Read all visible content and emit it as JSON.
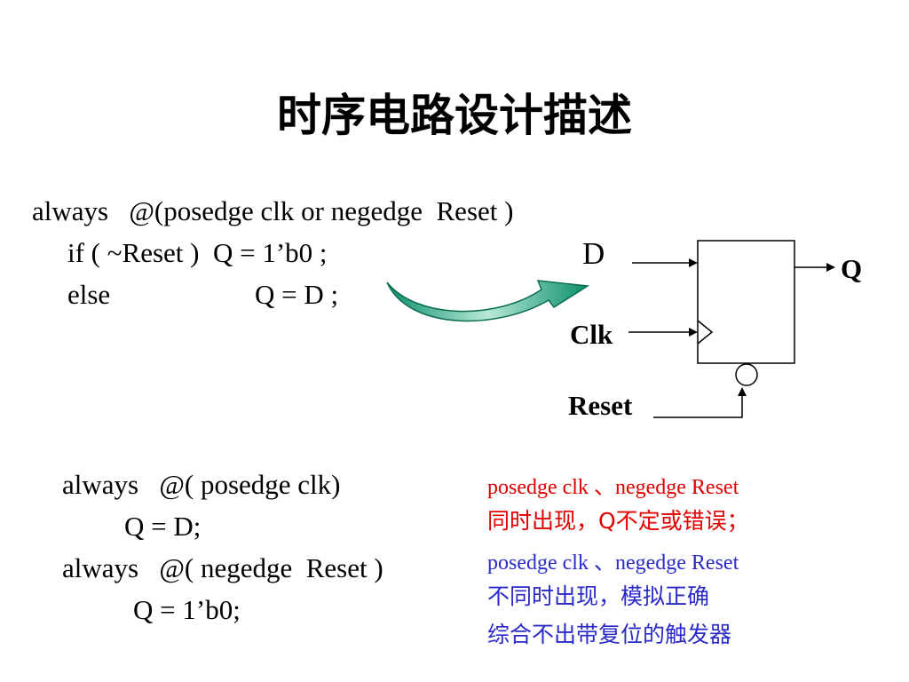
{
  "slide": {
    "title": "时序电路设计描述"
  },
  "code_block_1": {
    "line1": "always   @(posedge clk or negedge  Reset )",
    "line2": "if ( ~Reset )  Q = 1’b0 ;",
    "line3_else": "else",
    "line3_stmt": "Q = D ;"
  },
  "flipflop": {
    "input_d": "D",
    "output_q": "Q",
    "clock": "Clk",
    "reset": "Reset"
  },
  "code_block_2": {
    "line1": "always   @( posedge clk)",
    "line2": "Q = D;",
    "line3": "always   @( negedge  Reset )",
    "line4": "Q = 1’b0;"
  },
  "notes": {
    "note1_line1": "posedge clk 、negedge Reset",
    "note1_line2": "同时出现，Q不定或错误；",
    "note1_color": "#e00000",
    "note2_line1": "posedge clk 、negedge Reset",
    "note2_line2": "不同时出现，模拟正确",
    "note2_line3": "综合不出带复位的触发器",
    "note2_color": "#2a2ac8"
  }
}
